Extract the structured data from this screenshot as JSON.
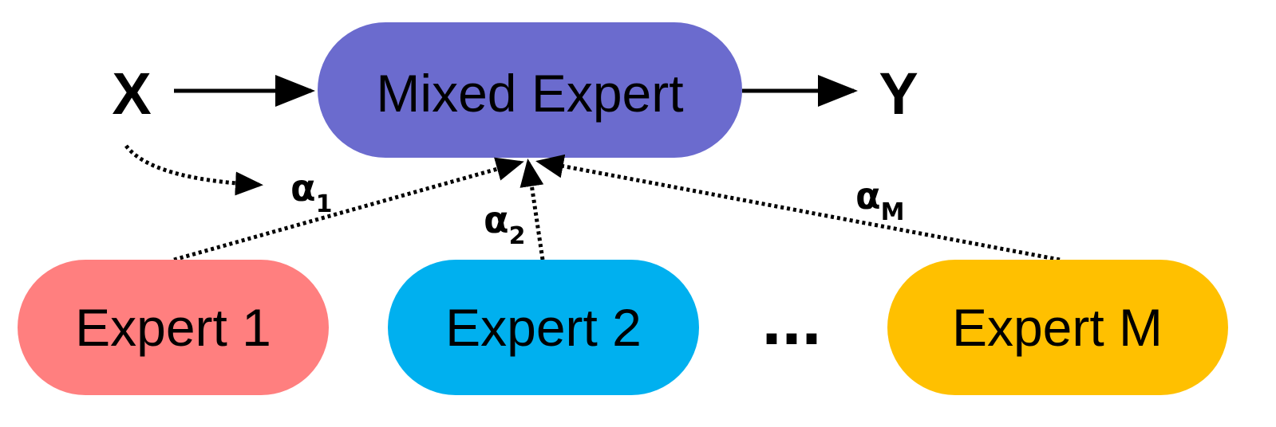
{
  "input_label": "X",
  "output_label": "Y",
  "mixer": {
    "label": "Mixed Expert",
    "color": "#6B6BCE"
  },
  "experts": [
    {
      "label": "Expert 1",
      "color": "#FF7F7F"
    },
    {
      "label": "Expert 2",
      "color": "#00B0EF"
    },
    {
      "label": "Expert M",
      "color": "#FFC000"
    }
  ],
  "ellipsis": "...",
  "weights": [
    {
      "symbol": "α",
      "subscript": "1"
    },
    {
      "symbol": "α",
      "subscript": "2"
    },
    {
      "symbol": "α",
      "subscript": "M"
    }
  ]
}
